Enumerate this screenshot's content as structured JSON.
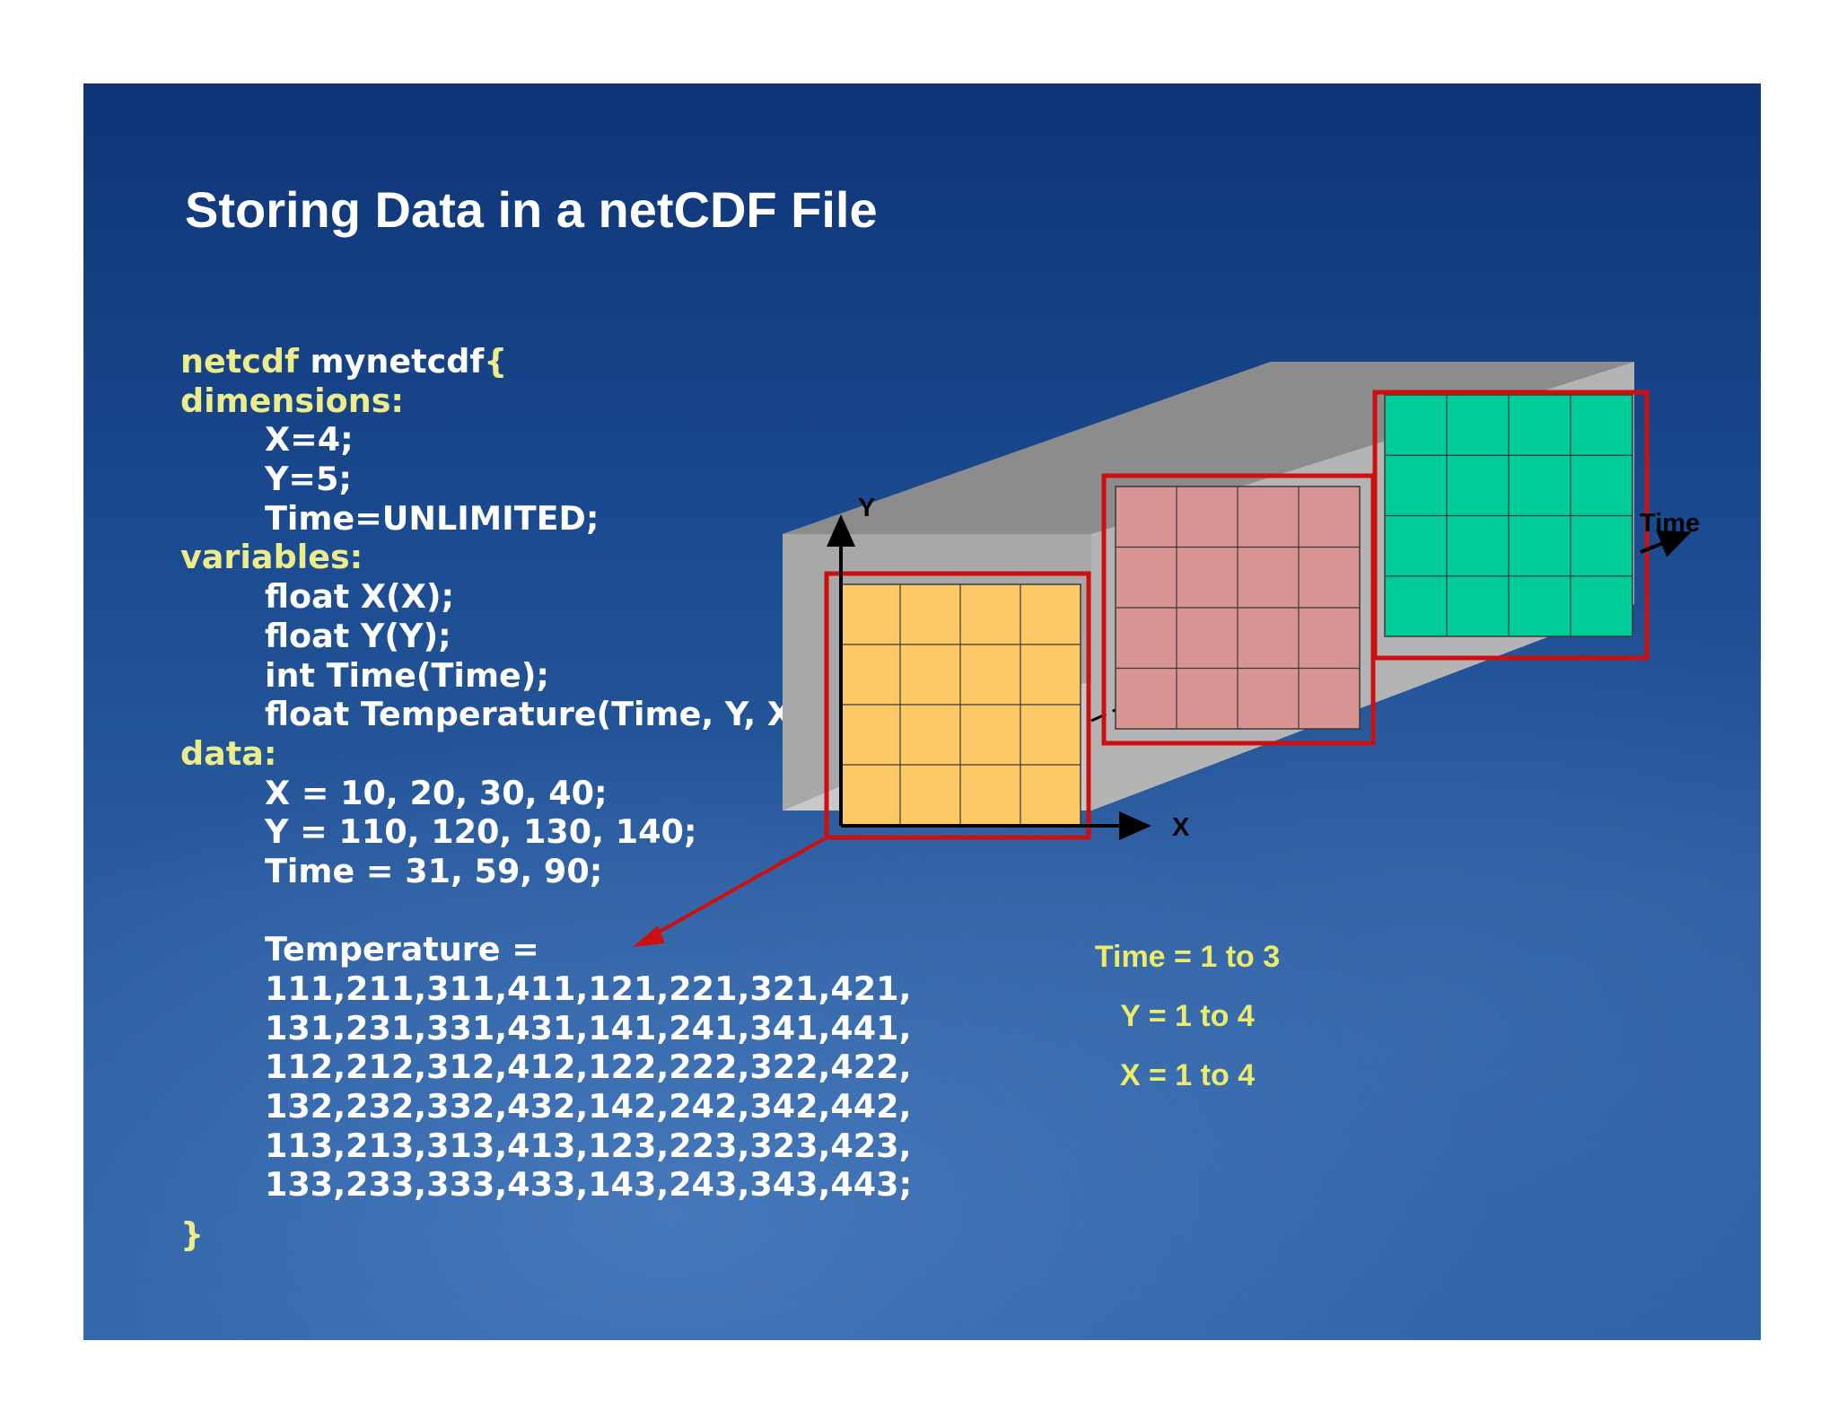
{
  "slide": {
    "title": "Storing Data in a netCDF File"
  },
  "code": {
    "header_keyword": "netcdf",
    "header_name": " mynetcdf",
    "open_brace": "{",
    "dimensions_label": "dimensions:",
    "dimensions": [
      "X=4;",
      "Y=5;",
      "Time=UNLIMITED;"
    ],
    "variables_label": "variables:",
    "variables": [
      "float X(X);",
      "float Y(Y);",
      "int Time(Time);",
      "float Temperature(Time, Y, X);"
    ],
    "data_label": "data:",
    "data": [
      "X = 10, 20, 30, 40;",
      "Y = 110, 120, 130, 140;",
      "Time = 31, 59, 90;"
    ],
    "temperature_label": "Temperature =",
    "temperature_rows": [
      "111,211,311,411,121,221,321,421,",
      "131,231,331,431,141,241,341,441,",
      "112,212,312,412,122,222,322,422,",
      "132,232,332,432,142,242,342,442,",
      "113,213,313,413,123,223,323,423,",
      "133,233,333,433,143,243,343,443;"
    ],
    "close_brace": "}"
  },
  "diagram": {
    "axis_y": "Y",
    "axis_x": "X",
    "axis_time": "Time",
    "colors": {
      "grid1": "#fdc966",
      "grid2": "#d99593",
      "grid3": "#00cc99",
      "highlight": "#cc1010",
      "pipe_top": "#8c8c8c",
      "pipe_bottom": "#c8c8c8",
      "pipe_back": "#a8a8a8"
    }
  },
  "ranges": [
    "Time = 1 to 3",
    "Y = 1 to 4",
    "X = 1 to 4"
  ]
}
